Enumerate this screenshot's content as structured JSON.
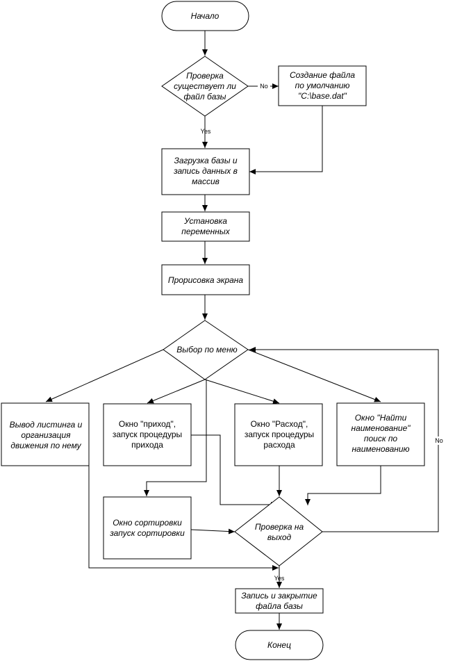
{
  "nodes": {
    "start": {
      "lines": [
        "Начало"
      ]
    },
    "check_file": {
      "lines": [
        "Проверка",
        "существует ли",
        "файл базы"
      ]
    },
    "create_default": {
      "lines": [
        "Создание файла",
        "по умолчанию",
        "\"C:\\base.dat\""
      ]
    },
    "load_base": {
      "lines": [
        "Загрузка базы и",
        "запись данных в",
        "массив"
      ]
    },
    "set_vars": {
      "lines": [
        "Установка",
        "переменных"
      ]
    },
    "draw_screen": {
      "lines": [
        "Прорисовка экрана"
      ]
    },
    "menu_choice": {
      "lines": [
        "Выбор по меню"
      ]
    },
    "listing": {
      "lines": [
        "Вывод листинга и",
        "организация",
        "движения по нему"
      ]
    },
    "income": {
      "lines": [
        "Окно \"приход\",",
        "запуск процедуры",
        "прихода"
      ]
    },
    "expense": {
      "lines": [
        "Окно \"Расход\",",
        "запуск процедуры",
        "расхода"
      ]
    },
    "find_name": {
      "lines": [
        "Окно \"Найти",
        "наименование\"",
        "поиск по",
        "наименованию"
      ]
    },
    "sort": {
      "lines": [
        "Окно сортировки",
        "запуск сортировки"
      ]
    },
    "check_exit": {
      "lines": [
        "Проверка на",
        "выход"
      ]
    },
    "save_close": {
      "lines": [
        "Запись и закрытие",
        "файла базы"
      ]
    },
    "end": {
      "lines": [
        "Конец"
      ]
    }
  },
  "edge_labels": {
    "no_create": "No",
    "yes_load": "Yes",
    "no_loop": "No",
    "yes_save": "Yes"
  }
}
